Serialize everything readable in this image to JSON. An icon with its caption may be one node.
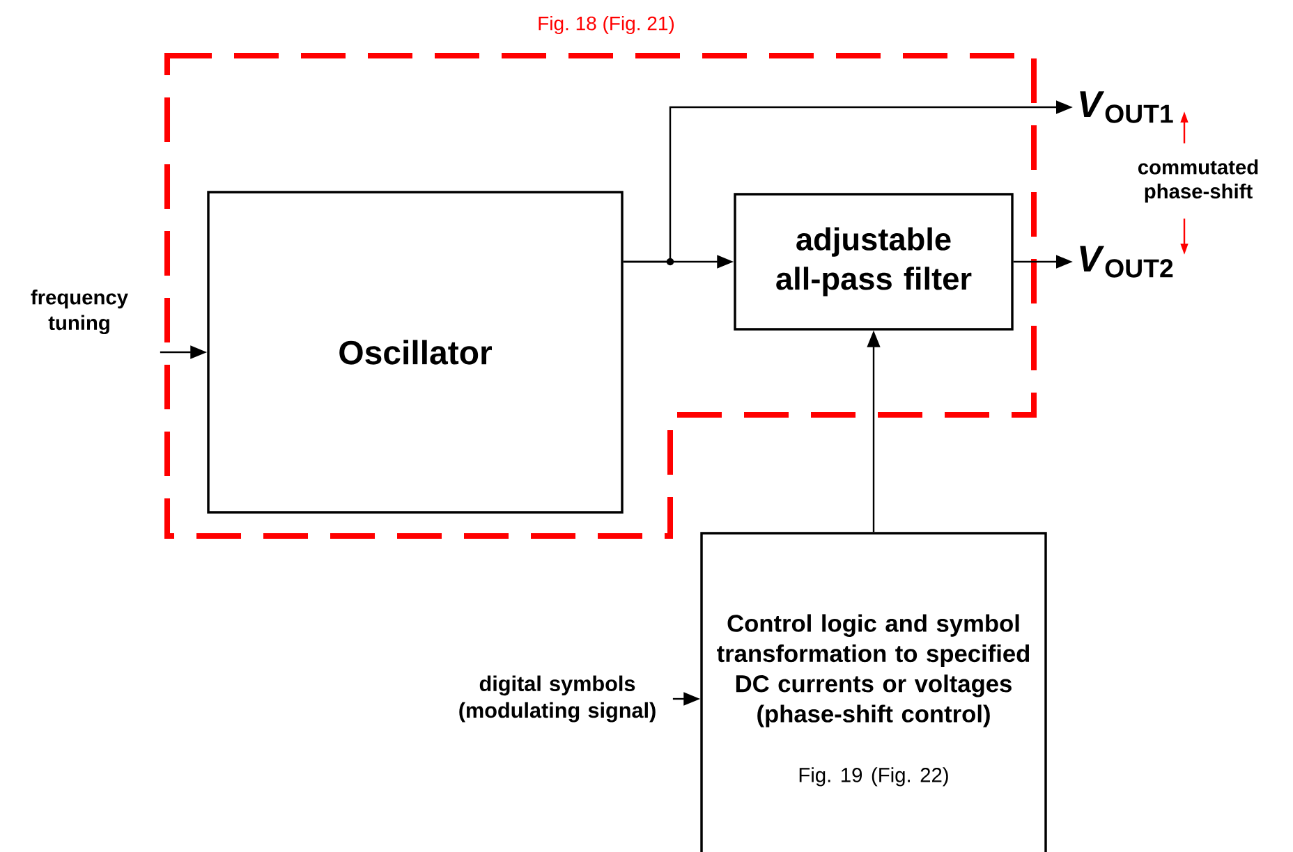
{
  "diagram": {
    "nodes": [
      {
        "text": [
          "Fig. 18 (Fig. 21)"
        ]
      },
      {
        "text": [
          "Oscillator"
        ],
        "in": 0
      },
      {
        "text": [
          "adjustable all-pass filter"
        ],
        "in": 0
      },
      {
        "text": [
          "Control logic and symbol transformation to specified DC currents or voltages (phase-shift control)",
          "Fig. 19 (Fig. 22)"
        ]
      },
      {
        "text": [
          "frequency tuning"
        ]
      },
      {
        "text": [
          "digital symbols (modulating signal)"
        ]
      },
      {
        "text": [
          "*V*$_{OUT1}$"
        ]
      },
      {
        "text": [
          "*V*$_{OUT2}$"
        ]
      }
    ],
    "edges": [
      {
        "from": 4,
        "to": 1,
        "arrow": "to"
      },
      {
        "from": 1,
        "to": 2,
        "arrow": "to"
      },
      {
        "from": 1,
        "to": 6,
        "arrow": "to"
      },
      {
        "from": 2,
        "to": 7,
        "arrow": "to"
      },
      {
        "from": 3,
        "to": 2,
        "arrow": "to"
      },
      {
        "from": 5,
        "to": 3,
        "arrow": "to"
      }
    ],
    "labels": [
      "commutated phase-shift"
    ]
  }
}
